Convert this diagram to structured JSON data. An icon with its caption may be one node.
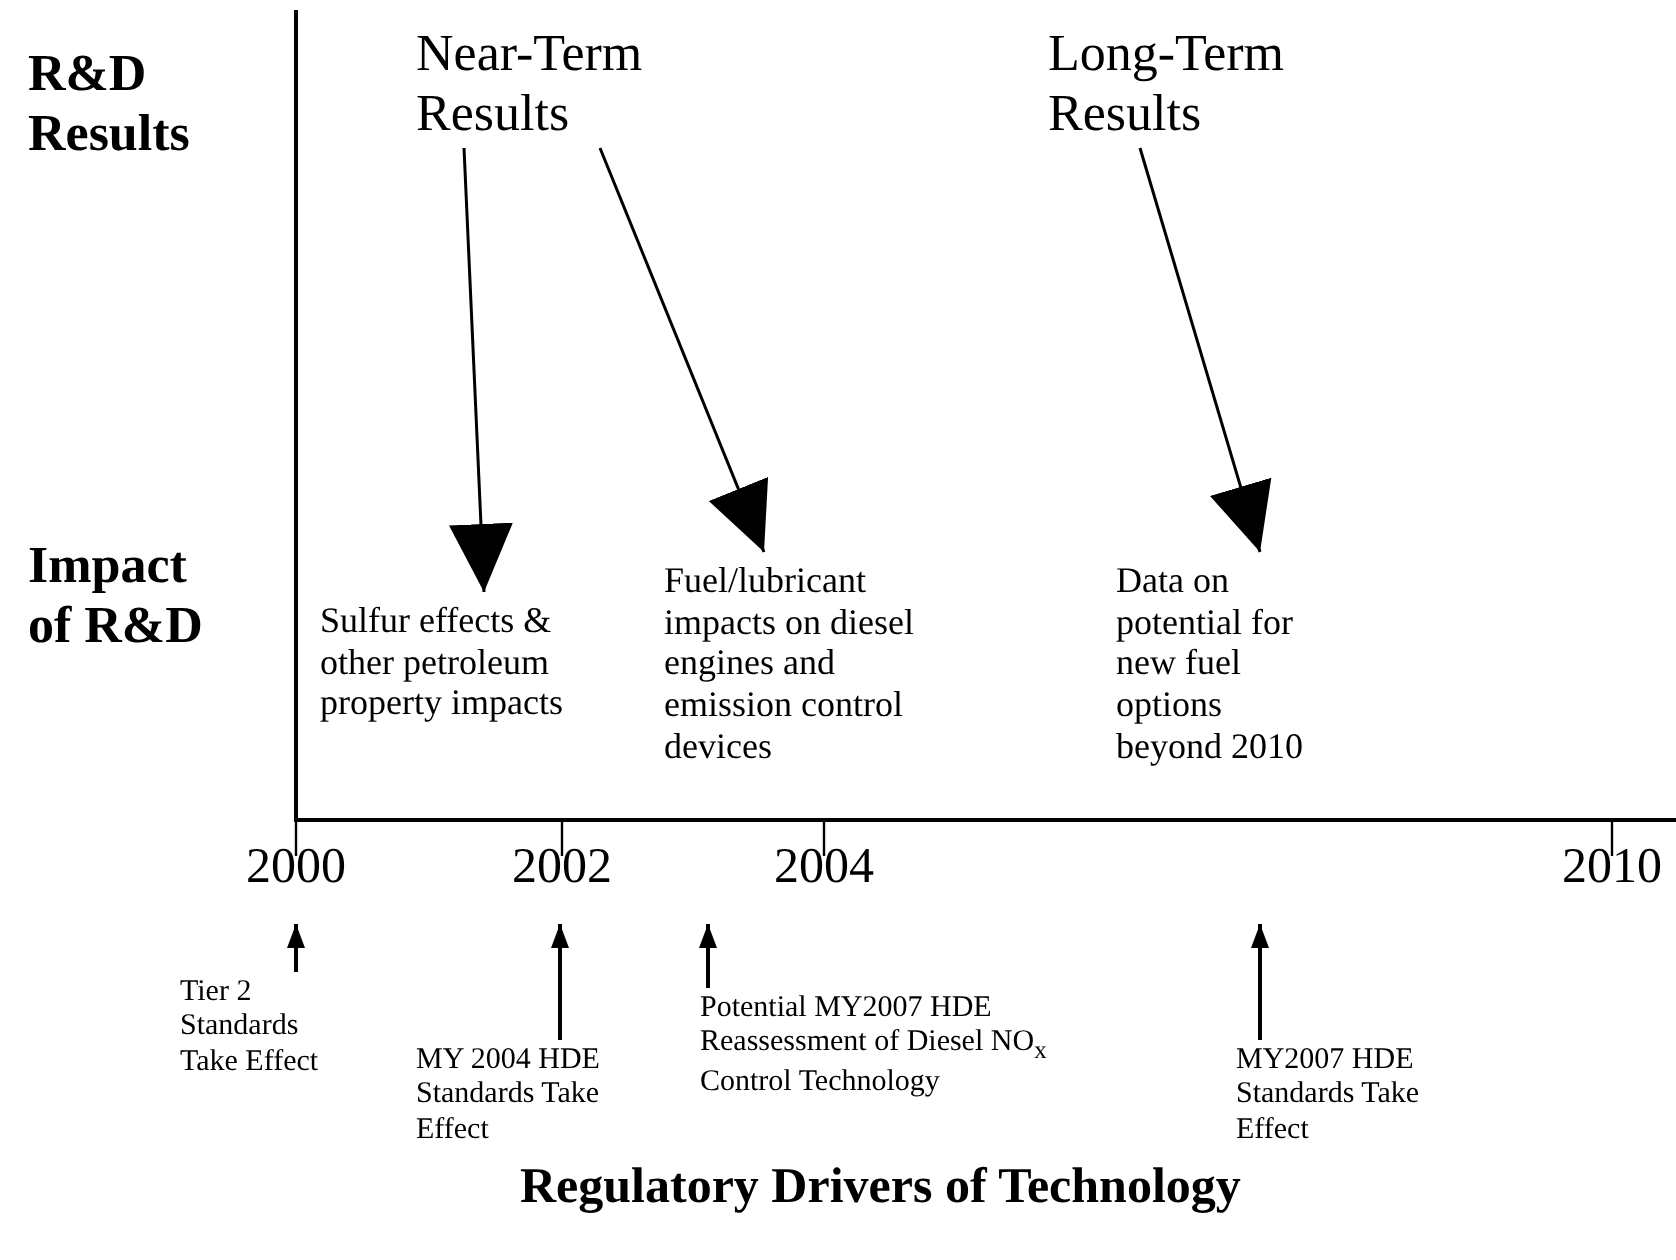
{
  "diagram": {
    "nodes": [
      {
        "text": [
          "Near-Term Results"
        ]
      },
      {
        "text": [
          "Long-Term Results"
        ]
      },
      {
        "text": [
          "Sulfur effects & other petroleum property impacts"
        ]
      },
      {
        "text": [
          "Fuel/lubricant impacts on diesel engines and emission control devices"
        ]
      },
      {
        "text": [
          "Data on potential for new fuel options beyond 2010"
        ]
      },
      {
        "text": [
          "Tier 2 Standards Take Effect"
        ]
      },
      {
        "text": [
          "MY 2004 HDE Standards Take Effect"
        ]
      },
      {
        "text": [
          "Potential MY2007 HDE Reassessment of Diesel NO$_{x}$ Control Technology"
        ]
      },
      {
        "text": [
          "MY2007 HDE Standards Take Effect"
        ]
      }
    ],
    "edges": [
      {
        "from": 0,
        "to": 2,
        "arrow": "to"
      },
      {
        "from": 0,
        "to": 3,
        "arrow": "to"
      },
      {
        "from": 1,
        "to": 4,
        "arrow": "to"
      },
      {
        "from": 5,
        "to": null,
        "arrow": "to"
      },
      {
        "from": 6,
        "to": null,
        "arrow": "to"
      },
      {
        "from": 7,
        "to": null,
        "arrow": "to"
      },
      {
        "from": 8,
        "to": null,
        "arrow": "to"
      }
    ],
    "labels": [
      "R&D Results",
      "Impact of R&D",
      "2000",
      "2002",
      "2004",
      "2010",
      "Regulatory Drivers of Technology"
    ]
  }
}
